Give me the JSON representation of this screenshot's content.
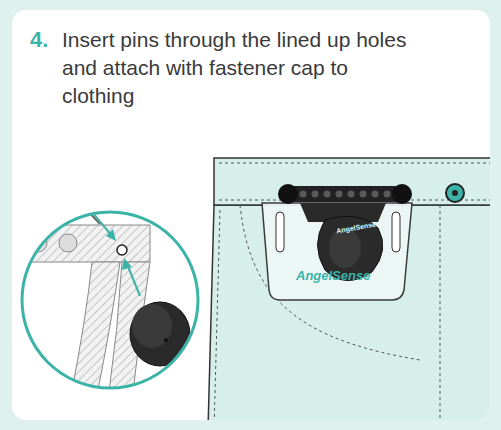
{
  "diagram": {
    "title": "Insert pins through the lined up holes and attach with fastener cap to clothing",
    "labels": [
      "4.",
      "AngelSense",
      "AngelSense"
    ]
  }
}
